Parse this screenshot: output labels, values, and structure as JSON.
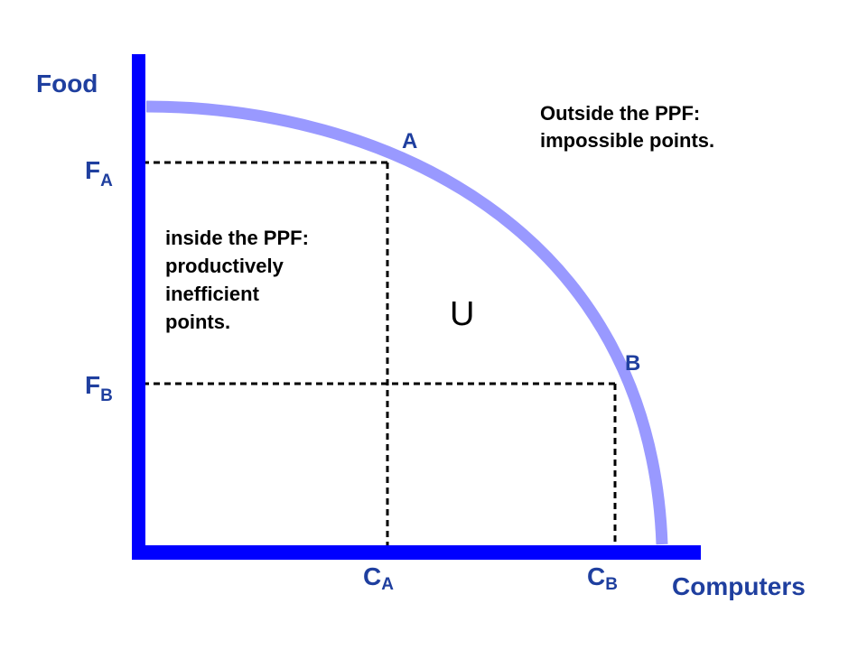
{
  "colors": {
    "axis": "#0000ff",
    "curve": "#9999ff",
    "label": "#1f3f9f",
    "dashed": "#000000",
    "text": "#000000"
  },
  "axes": {
    "y_title": "Food",
    "x_title": "Computers"
  },
  "ticks": {
    "fa_main": "F",
    "fa_sub": "A",
    "fb_main": "F",
    "fb_sub": "B",
    "ca_main": "C",
    "ca_sub": "A",
    "cb_main": "C",
    "cb_sub": "B"
  },
  "points": {
    "a": "A",
    "b": "B",
    "u": "U"
  },
  "notes": {
    "outside_line1": "Outside the PPF:",
    "outside_line2": "impossible points.",
    "inside_line1": "inside the PPF:",
    "inside_line2": "productively",
    "inside_line3": "inefficient",
    "inside_line4": "points."
  }
}
